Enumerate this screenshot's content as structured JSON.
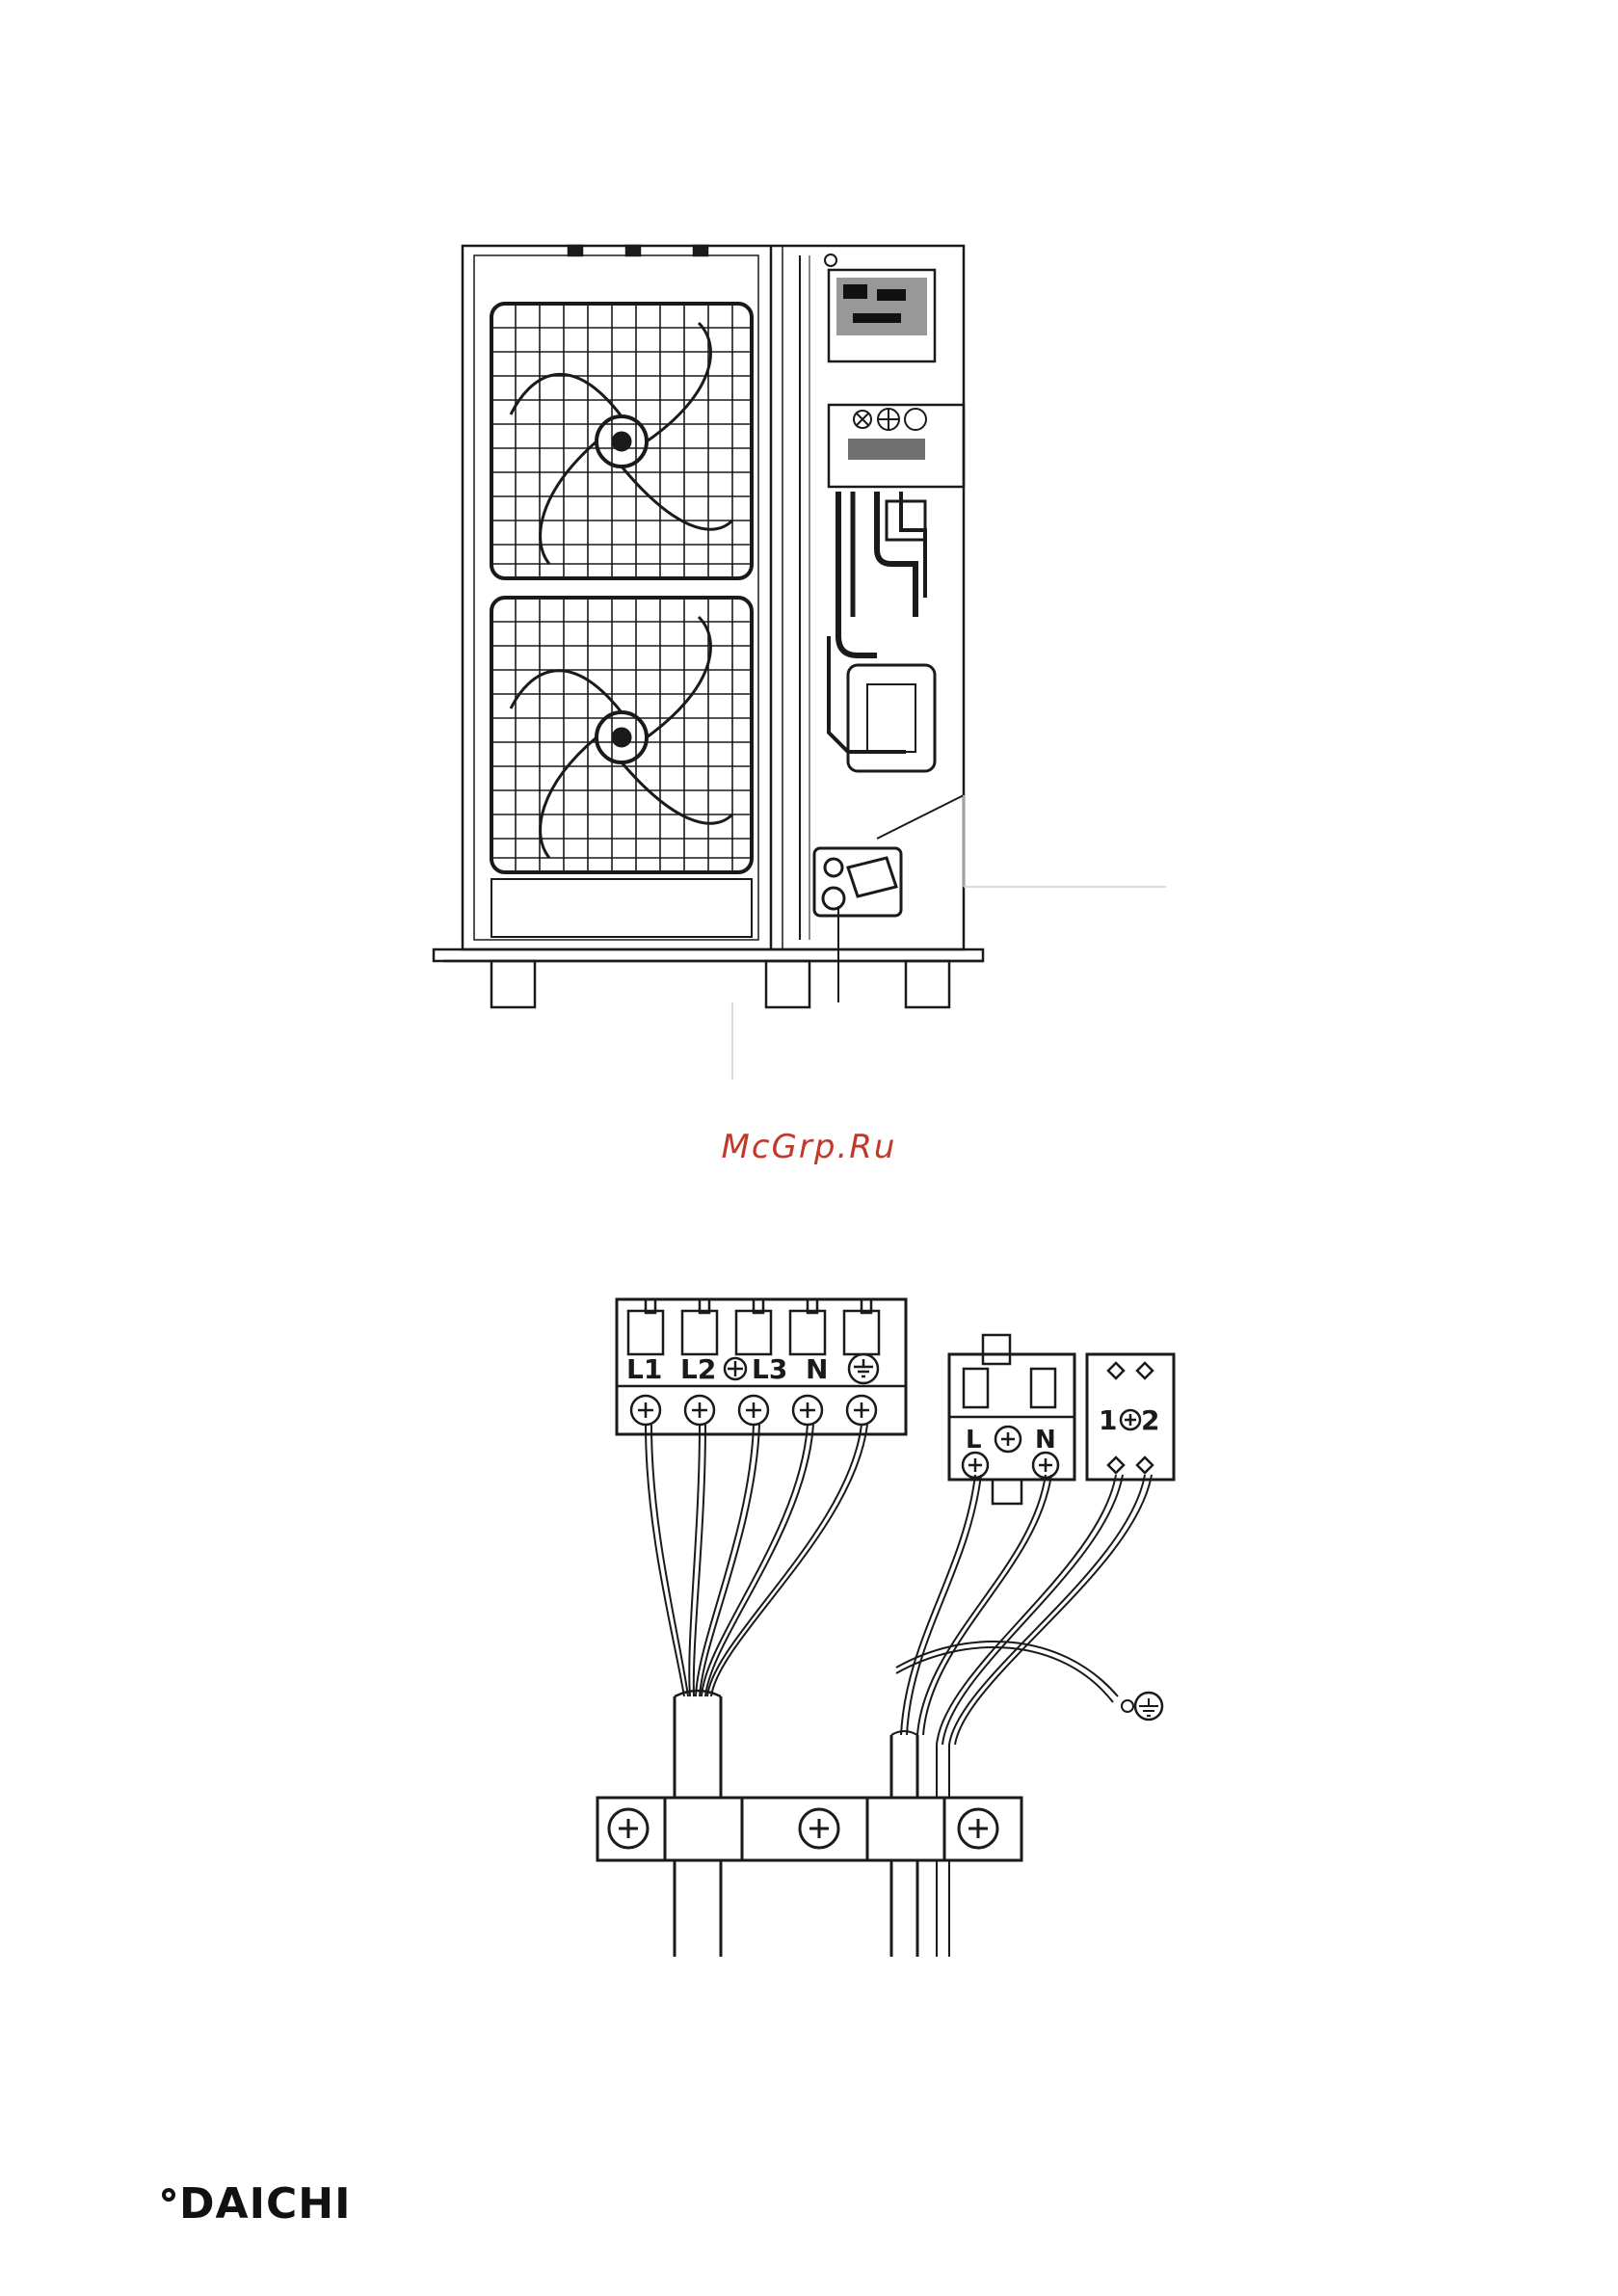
{
  "watermark": {
    "text": "McGrp.Ru",
    "color": "#c0392b"
  },
  "unit_drawing": {
    "fan_count": 2,
    "line_color": "#1a1a1a"
  },
  "wiring_drawing": {
    "power_terminal_labels": [
      "L1",
      "L2",
      "L3",
      "N",
      "⏚"
    ],
    "single_phase_labels": [
      "L",
      "N"
    ],
    "signal_terminal_labels": [
      "1",
      "2"
    ],
    "ground_icon": "ground-icon",
    "screw_icon": "screw-icon"
  },
  "brand": {
    "name": "DAICHI"
  }
}
